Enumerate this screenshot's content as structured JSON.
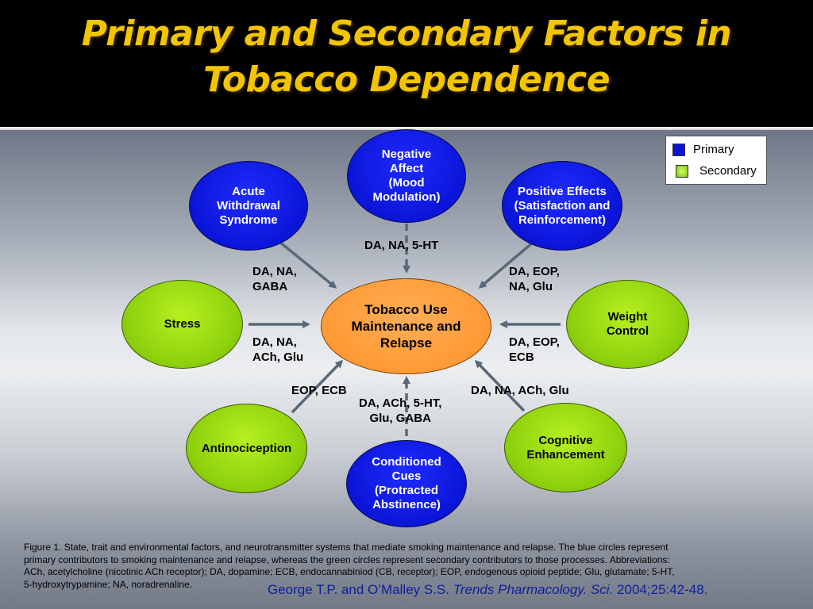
{
  "title": {
    "line1": "Primary and Secondary Factors in",
    "line2": "Tobacco Dependence"
  },
  "legend": {
    "primary_label": "Primary",
    "secondary_label": "Secondary",
    "primary_color": "#0b15d8",
    "secondary_color": "#8ed10d"
  },
  "center": {
    "label": "Tobacco Use\nMaintenance and\nRelapse",
    "color": "#ff9a35"
  },
  "factors": {
    "negative_affect": {
      "label": "Negative\nAffect\n(Mood\nModulation)",
      "type": "primary"
    },
    "acute_withdrawal": {
      "label": "Acute\nWithdrawal\nSyndrome",
      "type": "primary"
    },
    "positive_effects": {
      "label": "Positive Effects\n(Satisfaction and\nReinforcement)",
      "type": "primary"
    },
    "stress": {
      "label": "Stress",
      "type": "secondary"
    },
    "weight_control": {
      "label": "Weight\nControl",
      "type": "secondary"
    },
    "antinociception": {
      "label": "Antinociception",
      "type": "secondary"
    },
    "cognitive_enhancement": {
      "label": "Cognitive\nEnhancement",
      "type": "secondary"
    },
    "conditioned_cues": {
      "label": "Conditioned\nCues\n(Protracted\nAbstinence)",
      "type": "primary"
    }
  },
  "neurotransmitters": {
    "negative_affect": "DA, NA, 5-HT",
    "acute_withdrawal": "DA, NA,\nGABA",
    "positive_effects": "DA, EOP,\nNA, Glu",
    "stress": "DA, NA,\nACh, Glu",
    "weight_control": "DA, EOP,\nECB",
    "antinociception": "EOP, ECB",
    "cognitive_enhancement": "DA, NA, ACh, Glu",
    "conditioned_cues": "DA, ACh, 5-HT,\nGlu, GABA"
  },
  "caption": "Figure 1. State, trait and environmental factors, and neurotransmitter systems that mediate smoking maintenance and relapse. The blue circles represent\nprimary contributors to smoking maintenance and relapse, whereas the green circles represent secondary contributors to those processes.  Abbreviations:\nACh, acetylcholine (nicotinic ACh receptor); DA, dopamine; ECB, endocannabiniod (CB, receptor); EOP, endogenous opioid peptide; Glu, glutamate; 5-HT,\n5-hydroxytrypamine; NA, noradrenaline.",
  "citation": {
    "authors": "George T.P. and O’Malley S.S.",
    "journal": "Trends Pharmacology. Sci.",
    "ref": "2004;25:42-48."
  }
}
